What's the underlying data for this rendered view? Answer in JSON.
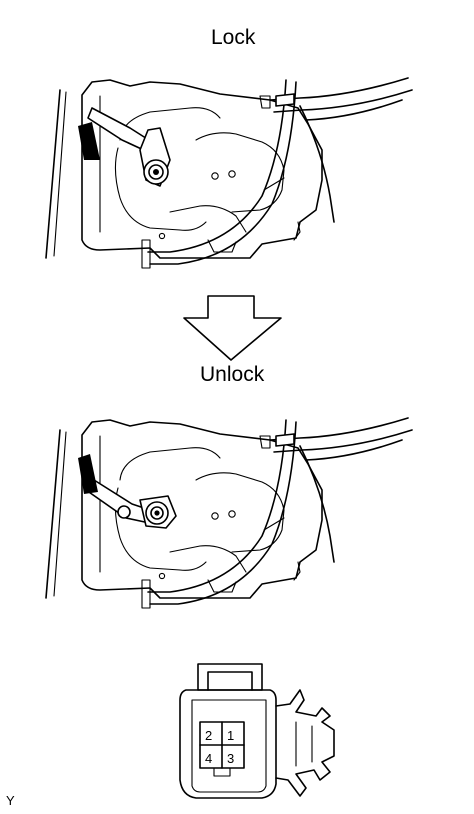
{
  "labels": {
    "lock": "Lock",
    "unlock": "Unlock",
    "corner_mark": "Y"
  },
  "connector": {
    "pins": [
      "2",
      "1",
      "4",
      "3"
    ]
  },
  "icons": {
    "arrow": "down-arrow-icon"
  }
}
